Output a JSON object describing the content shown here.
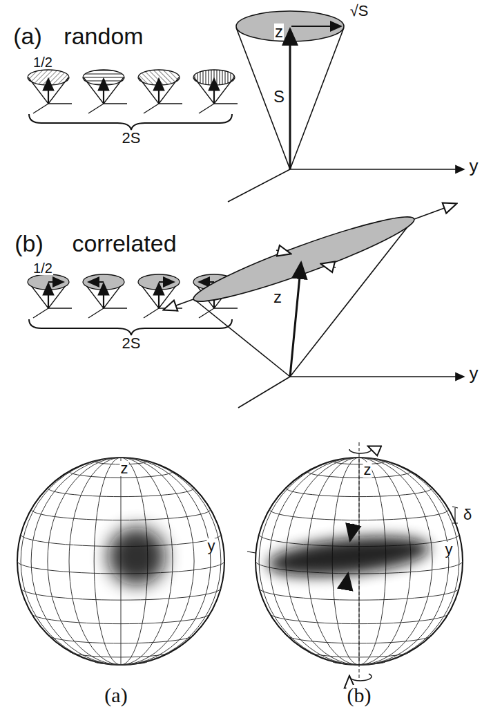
{
  "diagram": {
    "labels": [
      "(a)",
      "random",
      "1/2",
      "2S",
      "z",
      "√S",
      "S",
      "y",
      "(b)",
      "correlated",
      "1/2",
      "2S",
      "z",
      "y",
      "z",
      "y",
      "z",
      "y",
      "δ",
      "(a)",
      "(b)"
    ]
  }
}
